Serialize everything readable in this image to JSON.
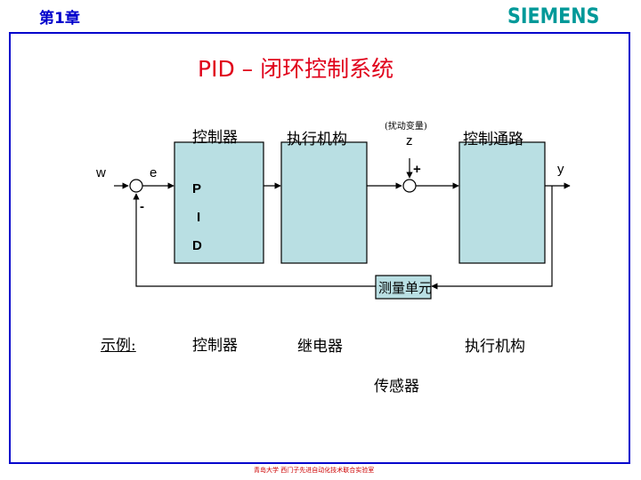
{
  "header": {
    "chapter": "第1章",
    "logo": "SIEMENS"
  },
  "title": "PID – 闭环控制系统",
  "diagram": {
    "labels": {
      "controller": "控制器",
      "actuator": "执行机构",
      "disturbance": "(扰动变量)",
      "z": "z",
      "process": "控制通路",
      "w": "w",
      "e": "e",
      "y": "y",
      "plus": "+",
      "minus": "-",
      "p": "P",
      "i": "I",
      "d": "D",
      "measurement": "测量单元"
    }
  },
  "example": {
    "label": "示例:",
    "controller": "控制器",
    "relay": "继电器",
    "actuator": "执行机构",
    "sensor": "传感器"
  },
  "footer": "青岛大学 西门子先进自动化技术联合实验室",
  "colors": {
    "accent": "#0000cc",
    "title": "#e0001a",
    "logo": "#009999",
    "block_fill": "#b9dfe3"
  }
}
